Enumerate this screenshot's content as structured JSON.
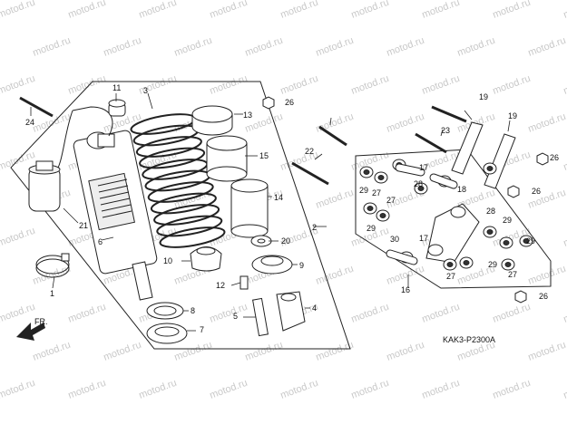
{
  "diagram": {
    "code": "KAK3-P2300A",
    "front_marker": "FR.",
    "watermark": "motod.ru",
    "callouts": [
      {
        "id": "c1",
        "text": "1"
      },
      {
        "id": "c2",
        "text": "2"
      },
      {
        "id": "c3",
        "text": "3"
      },
      {
        "id": "c4",
        "text": "4"
      },
      {
        "id": "c5",
        "text": "5"
      },
      {
        "id": "c6",
        "text": "6"
      },
      {
        "id": "c7",
        "text": "7"
      },
      {
        "id": "c8",
        "text": "8"
      },
      {
        "id": "c9",
        "text": "9"
      },
      {
        "id": "c10",
        "text": "10"
      },
      {
        "id": "c11",
        "text": "11"
      },
      {
        "id": "c12",
        "text": "12"
      },
      {
        "id": "c13",
        "text": "13"
      },
      {
        "id": "c14",
        "text": "14"
      },
      {
        "id": "c15",
        "text": "15"
      },
      {
        "id": "c16",
        "text": "16"
      },
      {
        "id": "c17a",
        "text": "17"
      },
      {
        "id": "c17b",
        "text": "17"
      },
      {
        "id": "c18",
        "text": "18"
      },
      {
        "id": "c19a",
        "text": "19"
      },
      {
        "id": "c19b",
        "text": "19"
      },
      {
        "id": "c20",
        "text": "20"
      },
      {
        "id": "c21",
        "text": "21"
      },
      {
        "id": "c22",
        "text": "22"
      },
      {
        "id": "c23",
        "text": "23"
      },
      {
        "id": "c24",
        "text": "24"
      },
      {
        "id": "c26a",
        "text": "26"
      },
      {
        "id": "c26b",
        "text": "26"
      },
      {
        "id": "c26c",
        "text": "26"
      },
      {
        "id": "c26d",
        "text": "26"
      },
      {
        "id": "c27a",
        "text": "27"
      },
      {
        "id": "c27b",
        "text": "27"
      },
      {
        "id": "c27c",
        "text": "27"
      },
      {
        "id": "c27d",
        "text": "27"
      },
      {
        "id": "c28a",
        "text": "28"
      },
      {
        "id": "c28b",
        "text": "28"
      },
      {
        "id": "c29a",
        "text": "29"
      },
      {
        "id": "c29b",
        "text": "29"
      },
      {
        "id": "c29c",
        "text": "29"
      },
      {
        "id": "c29d",
        "text": "29"
      },
      {
        "id": "c29e",
        "text": "29"
      },
      {
        "id": "c30",
        "text": "30"
      }
    ]
  }
}
